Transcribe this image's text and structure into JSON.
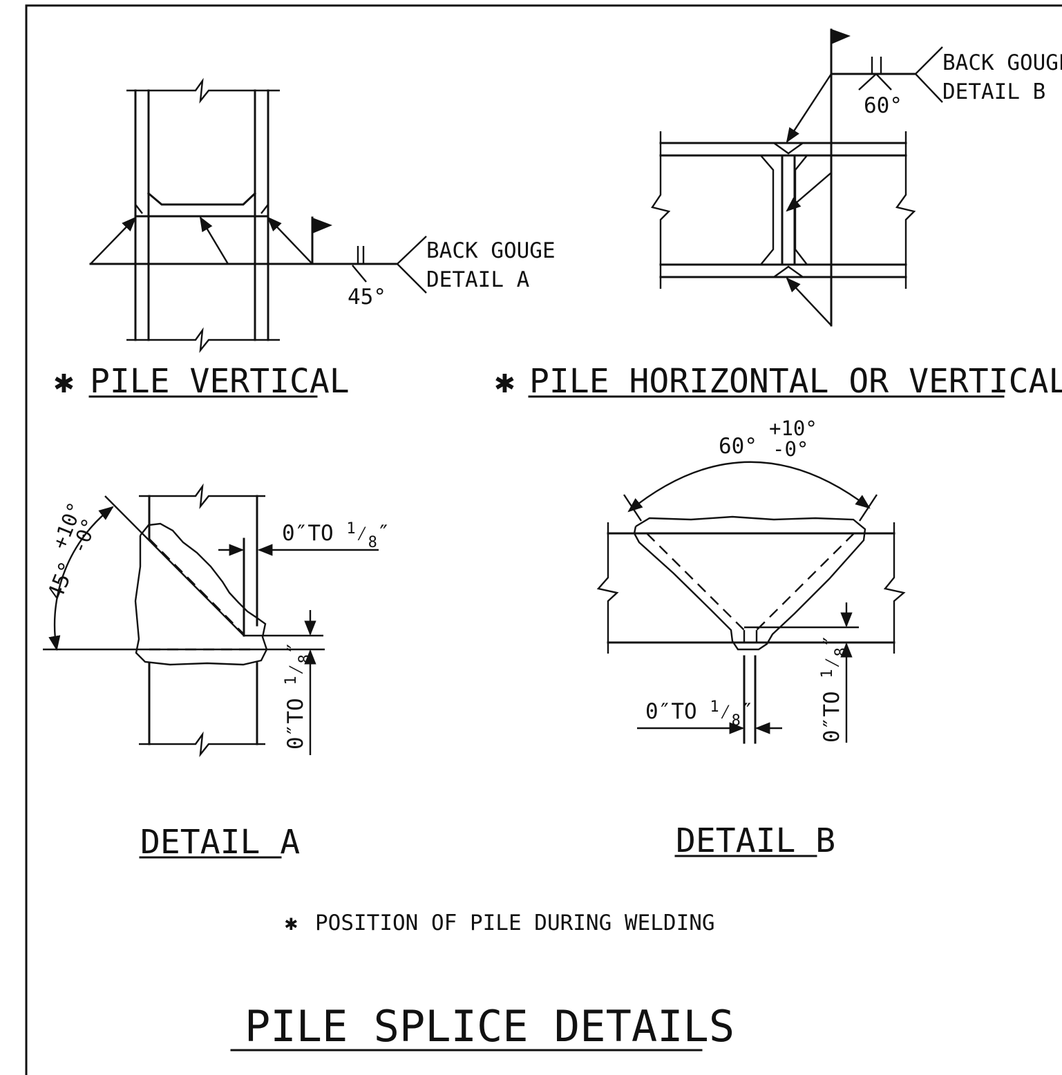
{
  "pile_vertical": {
    "title": "PILE VERTICAL",
    "weld_callout": {
      "line1": "BACK GOUGE",
      "line2": "DETAIL A",
      "angle": "45°"
    }
  },
  "pile_horizontal_or_vertical": {
    "title": "PILE HORIZONTAL OR VERTICAL",
    "weld_callout": {
      "line1": "BACK GOUGE",
      "line2": "DETAIL B",
      "angle": "60°"
    }
  },
  "detail_a": {
    "title": "DETAIL A",
    "angle_label": "45° ",
    "tol_plus": "+10°",
    "tol_minus": "-0°",
    "gap_root": {
      "prefix": "0″TO ",
      "num": "1",
      "den": "8",
      "suffix": "″"
    },
    "gap_face": {
      "prefix": "0″TO ",
      "num": "1",
      "den": "8",
      "suffix": "″"
    }
  },
  "detail_b": {
    "title": "DETAIL B",
    "angle_label": "60°",
    "tol_plus": "+10°",
    "tol_minus": "-0°",
    "gap_root": {
      "prefix": "0″TO ",
      "num": "1",
      "den": "8",
      "suffix": "″"
    },
    "gap_face": {
      "prefix": "0″TO ",
      "num": "1",
      "den": "8",
      "suffix": "″"
    }
  },
  "asterisk": "✱",
  "footnote": "POSITION OF PILE DURING WELDING",
  "sheet_title": "PILE SPLICE DETAILS"
}
